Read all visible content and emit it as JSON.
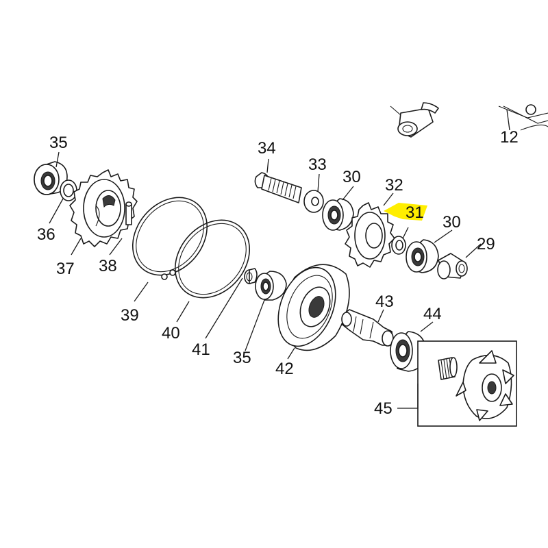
{
  "diagram": {
    "highlight_color": "#ffee00",
    "callouts": [
      {
        "id": "c35a",
        "text": "35"
      },
      {
        "id": "c36",
        "text": "36"
      },
      {
        "id": "c37",
        "text": "37"
      },
      {
        "id": "c38",
        "text": "38"
      },
      {
        "id": "c39",
        "text": "39"
      },
      {
        "id": "c40",
        "text": "40"
      },
      {
        "id": "c41",
        "text": "41"
      },
      {
        "id": "c35b",
        "text": "35"
      },
      {
        "id": "c42",
        "text": "42"
      },
      {
        "id": "c34",
        "text": "34"
      },
      {
        "id": "c33",
        "text": "33"
      },
      {
        "id": "c30a",
        "text": "30"
      },
      {
        "id": "c32",
        "text": "32"
      },
      {
        "id": "c31",
        "text": "31"
      },
      {
        "id": "c30b",
        "text": "30"
      },
      {
        "id": "c29",
        "text": "29"
      },
      {
        "id": "c43",
        "text": "43"
      },
      {
        "id": "c44",
        "text": "44"
      },
      {
        "id": "c45",
        "text": "45"
      },
      {
        "id": "c12",
        "text": "12"
      }
    ]
  }
}
